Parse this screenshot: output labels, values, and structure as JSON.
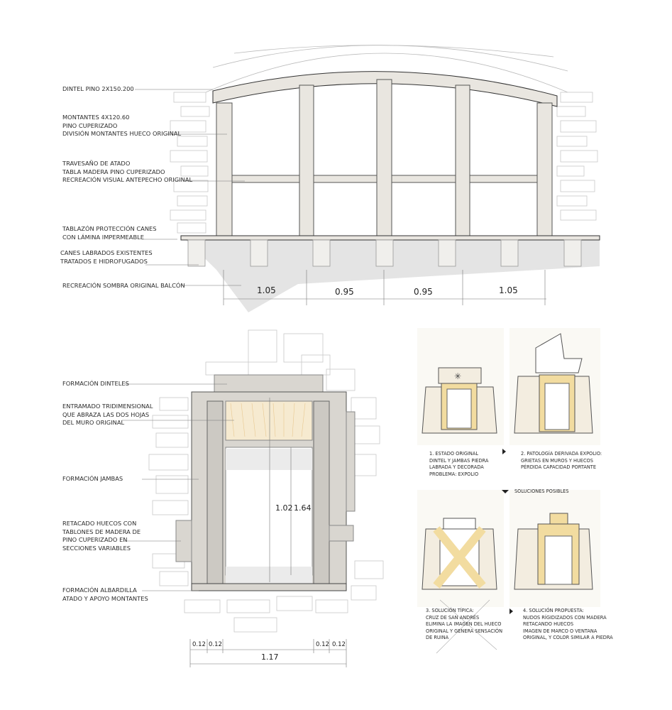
{
  "elevation": {
    "labels": [
      [
        "DINTEL PINO 2X150.200"
      ],
      [
        "MONTANTES 4X120.60",
        "PINO CUPERIZADO",
        "DIVISIÓN MONTANTES HUECO ORIGINAL"
      ],
      [
        "TRAVESAÑO DE ATADO",
        "TABLA MADERA PINO CUPERIZADO",
        "RECREACIÓN VISUAL ANTEPECHO ORIGINAL"
      ],
      [
        "TABLAZÓN PROTECCIÓN CANES",
        "CON LÁMINA IMPERMEABLE"
      ],
      [
        "CANES LABRADOS EXISTENTES",
        "TRATADOS E HIDROFUGADOS"
      ],
      [
        "RECREACIÓN SOMBRA ORIGINAL BALCÓN"
      ]
    ],
    "dimensions": [
      "1.05",
      "0.95",
      "0.95",
      "1.05"
    ]
  },
  "section": {
    "labels": [
      [
        "FORMACIÓN DINTELES"
      ],
      [
        "ENTRAMADO TRIDIMENSIONAL",
        "QUE ABRAZA LAS DOS HOJAS",
        "DEL MURO ORIGINAL"
      ],
      [
        "FORMACIÓN JAMBAS"
      ],
      [
        "RETACADO  HUECOS CON",
        "TABLONES DE MADERA DE",
        "PINO  CUPERIZADO EN",
        "SECCIONES VARIABLES"
      ],
      [
        "FORMACIÓN ALBARDILLA",
        "ATADO Y APOYO MONTANTES"
      ]
    ],
    "inner_dims": [
      "1.02",
      "1.64"
    ],
    "bottom_dims": [
      "0.12",
      "0.12",
      "0.12",
      "0.12"
    ],
    "total_width": "1.17"
  },
  "sketches": {
    "captions": [
      [
        "1. ESTADO ORIGINAL",
        "DINTEL Y JAMBAS PIEDRA",
        "LABRADA Y DECORADA",
        "PROBLEMA: EXPOLIO"
      ],
      [
        "2. PATOLOGÍA DERIVADA EXPOLIO:",
        "GRIETAS EN MUROS Y HUECOS",
        "PÉRDIDA CAPACIDAD PORTANTE"
      ],
      [
        "3. SOLUCIÓN TÍPICA:",
        "CRUZ DE SAN ANDRÉS",
        "ELIMINA LA IMAGEN DEL HUECO",
        "ORIGINAL Y GENERA SENSACIÓN",
        "DE RUINA"
      ],
      [
        "4. SOLUCIÓN PROPUESTA:",
        "NUDOS RÍGIDIZADOS CON MADERA",
        "RETACANDO HUECOS",
        "IMAGEN DE MARCO O VENTANA",
        "ORIGINAL, Y COLOR SIMILAR A PIEDRA"
      ]
    ],
    "solutions_heading": "SOLUCIONES POSIBLES"
  },
  "colors": {
    "wood": "#e9e6e0",
    "wood_yellow": "#f2dca0",
    "shadow": "#d0d0d0",
    "stone": "#ffffff",
    "frame": "#d9d6d0"
  }
}
